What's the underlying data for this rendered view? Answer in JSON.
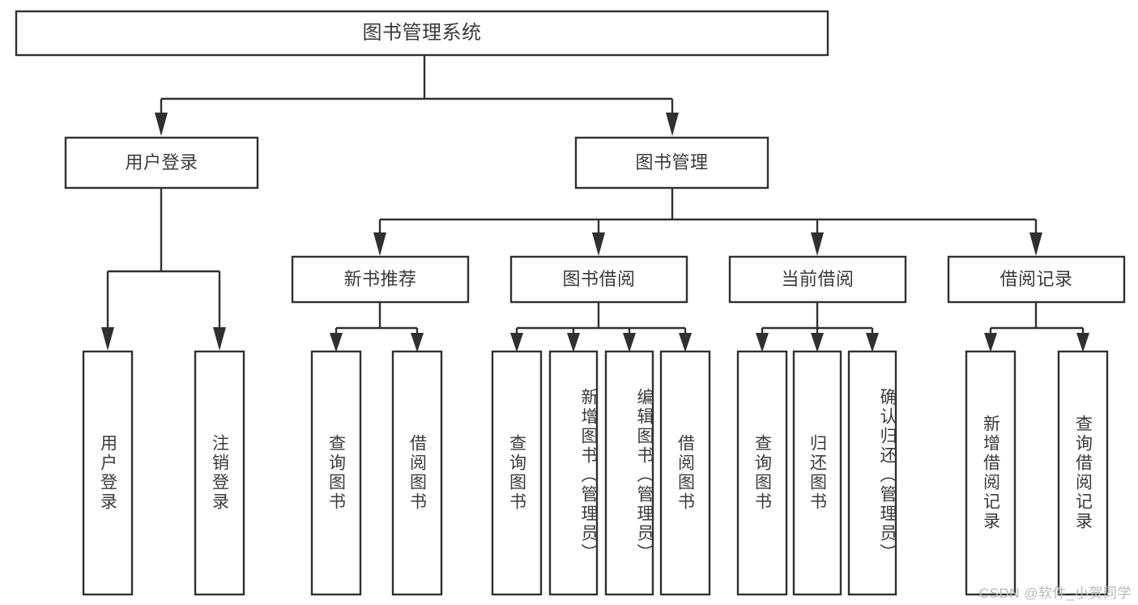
{
  "diagram": {
    "title": "图书管理系统",
    "type": "tree-hierarchy",
    "watermark": "CSDN @软件_小贺同学",
    "colors": {
      "background": "#ffffff",
      "box_stroke": "#303030",
      "box_fill": "#ffffff",
      "text": "#3a3a3a",
      "watermark": "#b8b8b8"
    },
    "levels": [
      {
        "level": 1,
        "nodes": [
          {
            "id": "root",
            "label": "图书管理系统",
            "orientation": "horizontal"
          }
        ]
      },
      {
        "level": 2,
        "nodes": [
          {
            "id": "user-login",
            "label": "用户登录",
            "orientation": "horizontal",
            "parent": "root"
          },
          {
            "id": "book-manage",
            "label": "图书管理",
            "orientation": "horizontal",
            "parent": "root"
          }
        ]
      },
      {
        "level": 3,
        "nodes": [
          {
            "id": "new-book-recommend",
            "label": "新书推荐",
            "orientation": "horizontal",
            "parent": "book-manage"
          },
          {
            "id": "book-borrow",
            "label": "图书借阅",
            "orientation": "horizontal",
            "parent": "book-manage"
          },
          {
            "id": "current-borrow",
            "label": "当前借阅",
            "orientation": "horizontal",
            "parent": "book-manage"
          },
          {
            "id": "borrow-record",
            "label": "借阅记录",
            "orientation": "horizontal",
            "parent": "book-manage"
          }
        ]
      },
      {
        "level": 4,
        "nodes": [
          {
            "id": "leaf-user-login",
            "label": "用户登录",
            "orientation": "vertical",
            "parent": "user-login"
          },
          {
            "id": "leaf-user-logout",
            "label": "注销登录",
            "orientation": "vertical",
            "parent": "user-login"
          },
          {
            "id": "leaf-query-book-1",
            "label": "查询图书",
            "orientation": "vertical",
            "parent": "new-book-recommend"
          },
          {
            "id": "leaf-borrow-book-1",
            "label": "借阅图书",
            "orientation": "vertical",
            "parent": "new-book-recommend"
          },
          {
            "id": "leaf-query-book-2",
            "label": "查询图书",
            "orientation": "vertical",
            "parent": "book-borrow"
          },
          {
            "id": "leaf-add-book",
            "label": "新增图书（管理员）",
            "orientation": "vertical",
            "parent": "book-borrow"
          },
          {
            "id": "leaf-edit-book",
            "label": "编辑图书（管理员）",
            "orientation": "vertical",
            "parent": "book-borrow"
          },
          {
            "id": "leaf-borrow-book-2",
            "label": "借阅图书",
            "orientation": "vertical",
            "parent": "book-borrow"
          },
          {
            "id": "leaf-query-book-3",
            "label": "查询图书",
            "orientation": "vertical",
            "parent": "current-borrow"
          },
          {
            "id": "leaf-return-book",
            "label": "归还图书",
            "orientation": "vertical",
            "parent": "current-borrow"
          },
          {
            "id": "leaf-confirm-return",
            "label": "确认归还（管理员）",
            "orientation": "vertical",
            "parent": "current-borrow"
          },
          {
            "id": "leaf-add-record",
            "label": "新增借阅记录",
            "orientation": "vertical",
            "parent": "borrow-record"
          },
          {
            "id": "leaf-query-record",
            "label": "查询借阅记录",
            "orientation": "vertical",
            "parent": "borrow-record"
          }
        ]
      }
    ]
  }
}
